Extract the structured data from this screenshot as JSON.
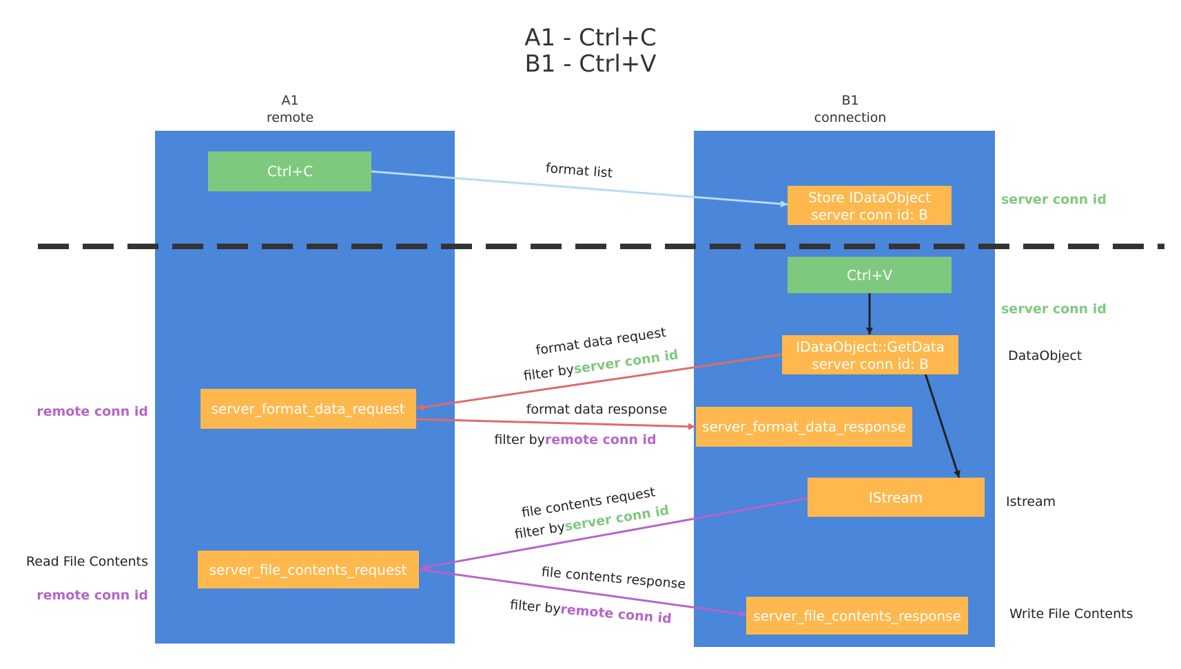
{
  "title": {
    "line1": "A1 - Ctrl+C",
    "line2": "B1 - Ctrl+V"
  },
  "columns": {
    "left": {
      "name": "A1",
      "role": "remote"
    },
    "right": {
      "name": "B1",
      "role": "connection"
    }
  },
  "boxes": {
    "ctrl_c": "Ctrl+C",
    "store_line1": "Store IDataObject",
    "store_line2": "server conn id: B",
    "ctrl_v": "Ctrl+V",
    "getdata_line1": "IDataObject::GetData",
    "getdata_line2": "server conn id: B",
    "format_request": "server_format_data_request",
    "format_response": "server_format_data_response",
    "istream": "IStream",
    "file_request": "server_file_contents_request",
    "file_response": "server_file_contents_response"
  },
  "edges": {
    "format_list": "format list",
    "format_data_request": "format data request",
    "format_data_response": "format data response",
    "file_contents_request": "file contents request",
    "file_contents_response": "file contents response",
    "filter_by": "filter by",
    "server_conn_id": "server conn id",
    "remote_conn_id": "remote conn id"
  },
  "side_labels": {
    "server_conn_id_1": "server conn id",
    "server_conn_id_2": "server conn id",
    "dataobject": "DataObject",
    "istream": "Istream",
    "write_file_contents": "Write File Contents",
    "remote_conn_id_1": "remote conn id",
    "read_file_contents": "Read File Contents",
    "remote_conn_id_2": "remote conn id"
  },
  "colors": {
    "panel": "#4a86d9",
    "green_box": "#7fc97f",
    "orange_box": "#ffb84d",
    "arrow_light_blue": "#b7dcf5",
    "arrow_red": "#de6b6b",
    "arrow_purple": "#b565c9",
    "arrow_dark": "#222222",
    "divider": "#333333"
  }
}
